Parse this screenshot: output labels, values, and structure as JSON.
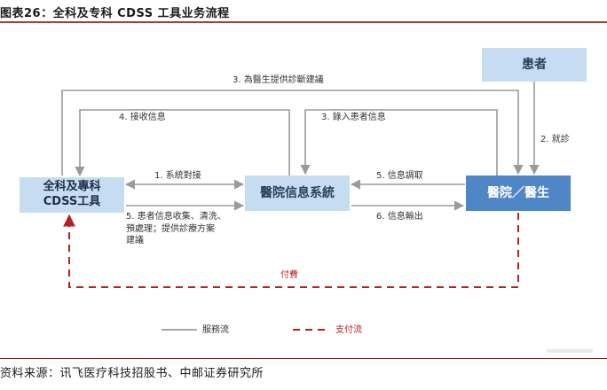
{
  "header": {
    "title": "图表26：全科及专科 CDSS 工具业务流程"
  },
  "nodes": {
    "patient": "患者",
    "gp_cdss_line1": "全科及專科",
    "gp_cdss_line2": "CDSS工具",
    "his": "醫院信息系統",
    "hospital": "醫院／醫生"
  },
  "flows": {
    "f1": "1. 系統對接",
    "f2": "2. 就診",
    "f3a": "3. 為醫生提供診斷建議",
    "f3b": "3. 錄入患者信息",
    "f4": "4. 接收信息",
    "f5a": "5. 信息調取",
    "f5b_line1": "5. 患者信息收集、清洗、",
    "f5b_line2": "預處理；提供診療方案",
    "f5b_line3": "建議",
    "f6": "6. 信息輸出",
    "pay": "付費"
  },
  "legend": {
    "service": "服務流",
    "payment": "支付流"
  },
  "footer": {
    "source": "资料来源：讯飞医疗科技招股书、中邮证券研究所"
  },
  "colors": {
    "service_line": "#9a9a9a",
    "payment_line": "#b22222",
    "light_box": "#c6dcf0",
    "dark_box": "#4f86c6",
    "rule": "#b03a3a"
  }
}
